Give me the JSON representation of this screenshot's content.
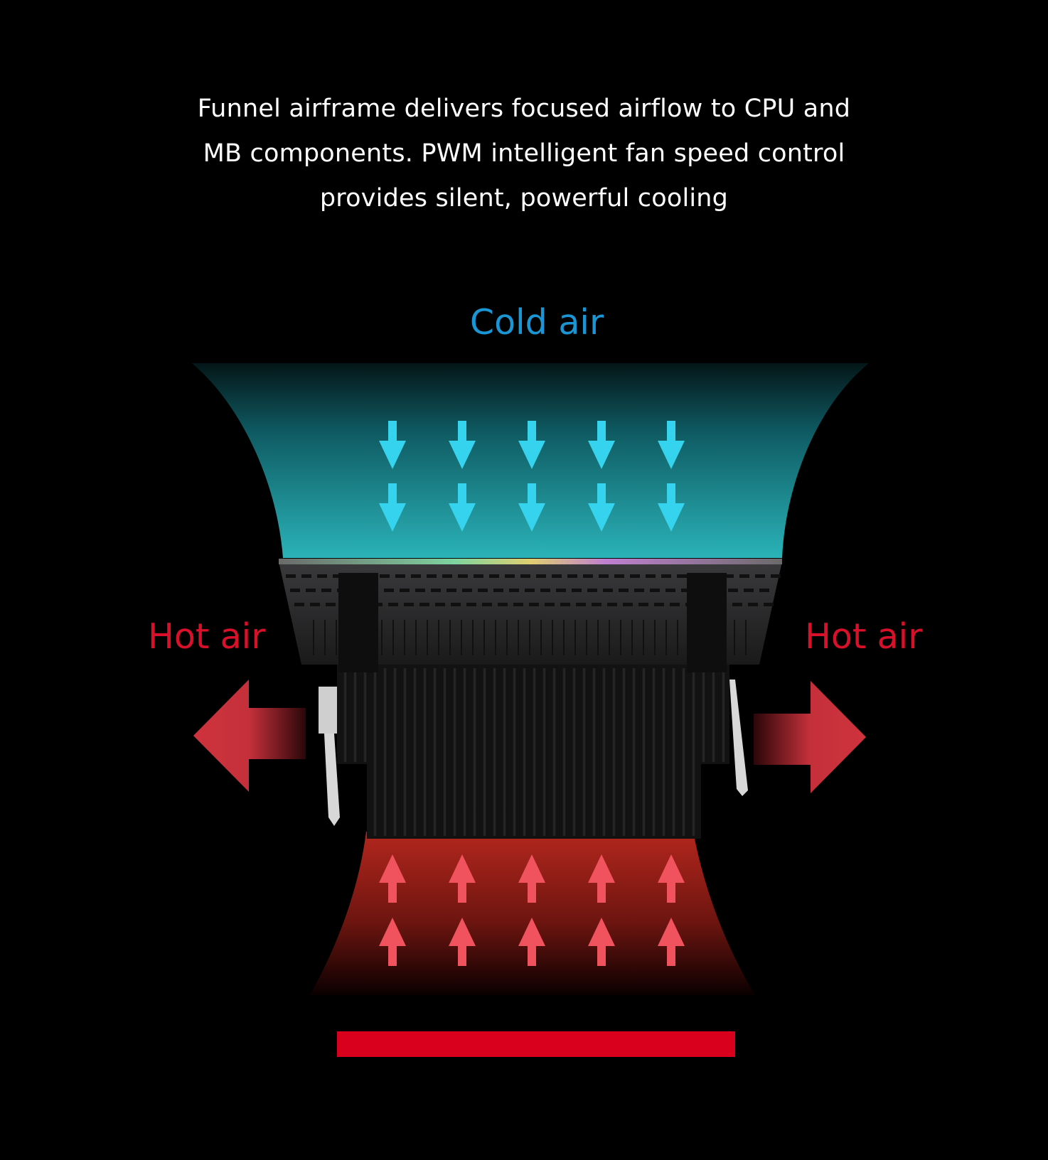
{
  "headline": {
    "line1": "Funnel airframe delivers focused airflow to CPU and",
    "line2": "MB components. PWM intelligent fan speed control",
    "line3": "provides silent, powerful cooling"
  },
  "labels": {
    "cold_air": "Cold air",
    "hot_air_left": "Hot air",
    "hot_air_right": "Hot air"
  },
  "colors": {
    "background": "#000000",
    "cold_text": "#1a96d4",
    "cold_arrow": "#36d3ee",
    "cold_funnel": "#2ab3b8",
    "hot_text": "#d9102a",
    "hot_arrow": "#f0525e",
    "hot_funnel": "#b3271d",
    "side_arrow": "#cf333d",
    "heat_source": "#d9001e"
  },
  "icons": {
    "cold_arrows": "arrow-down-icon",
    "hot_arrows": "arrow-up-icon",
    "side_arrows": "arrow-left-right-icon"
  }
}
